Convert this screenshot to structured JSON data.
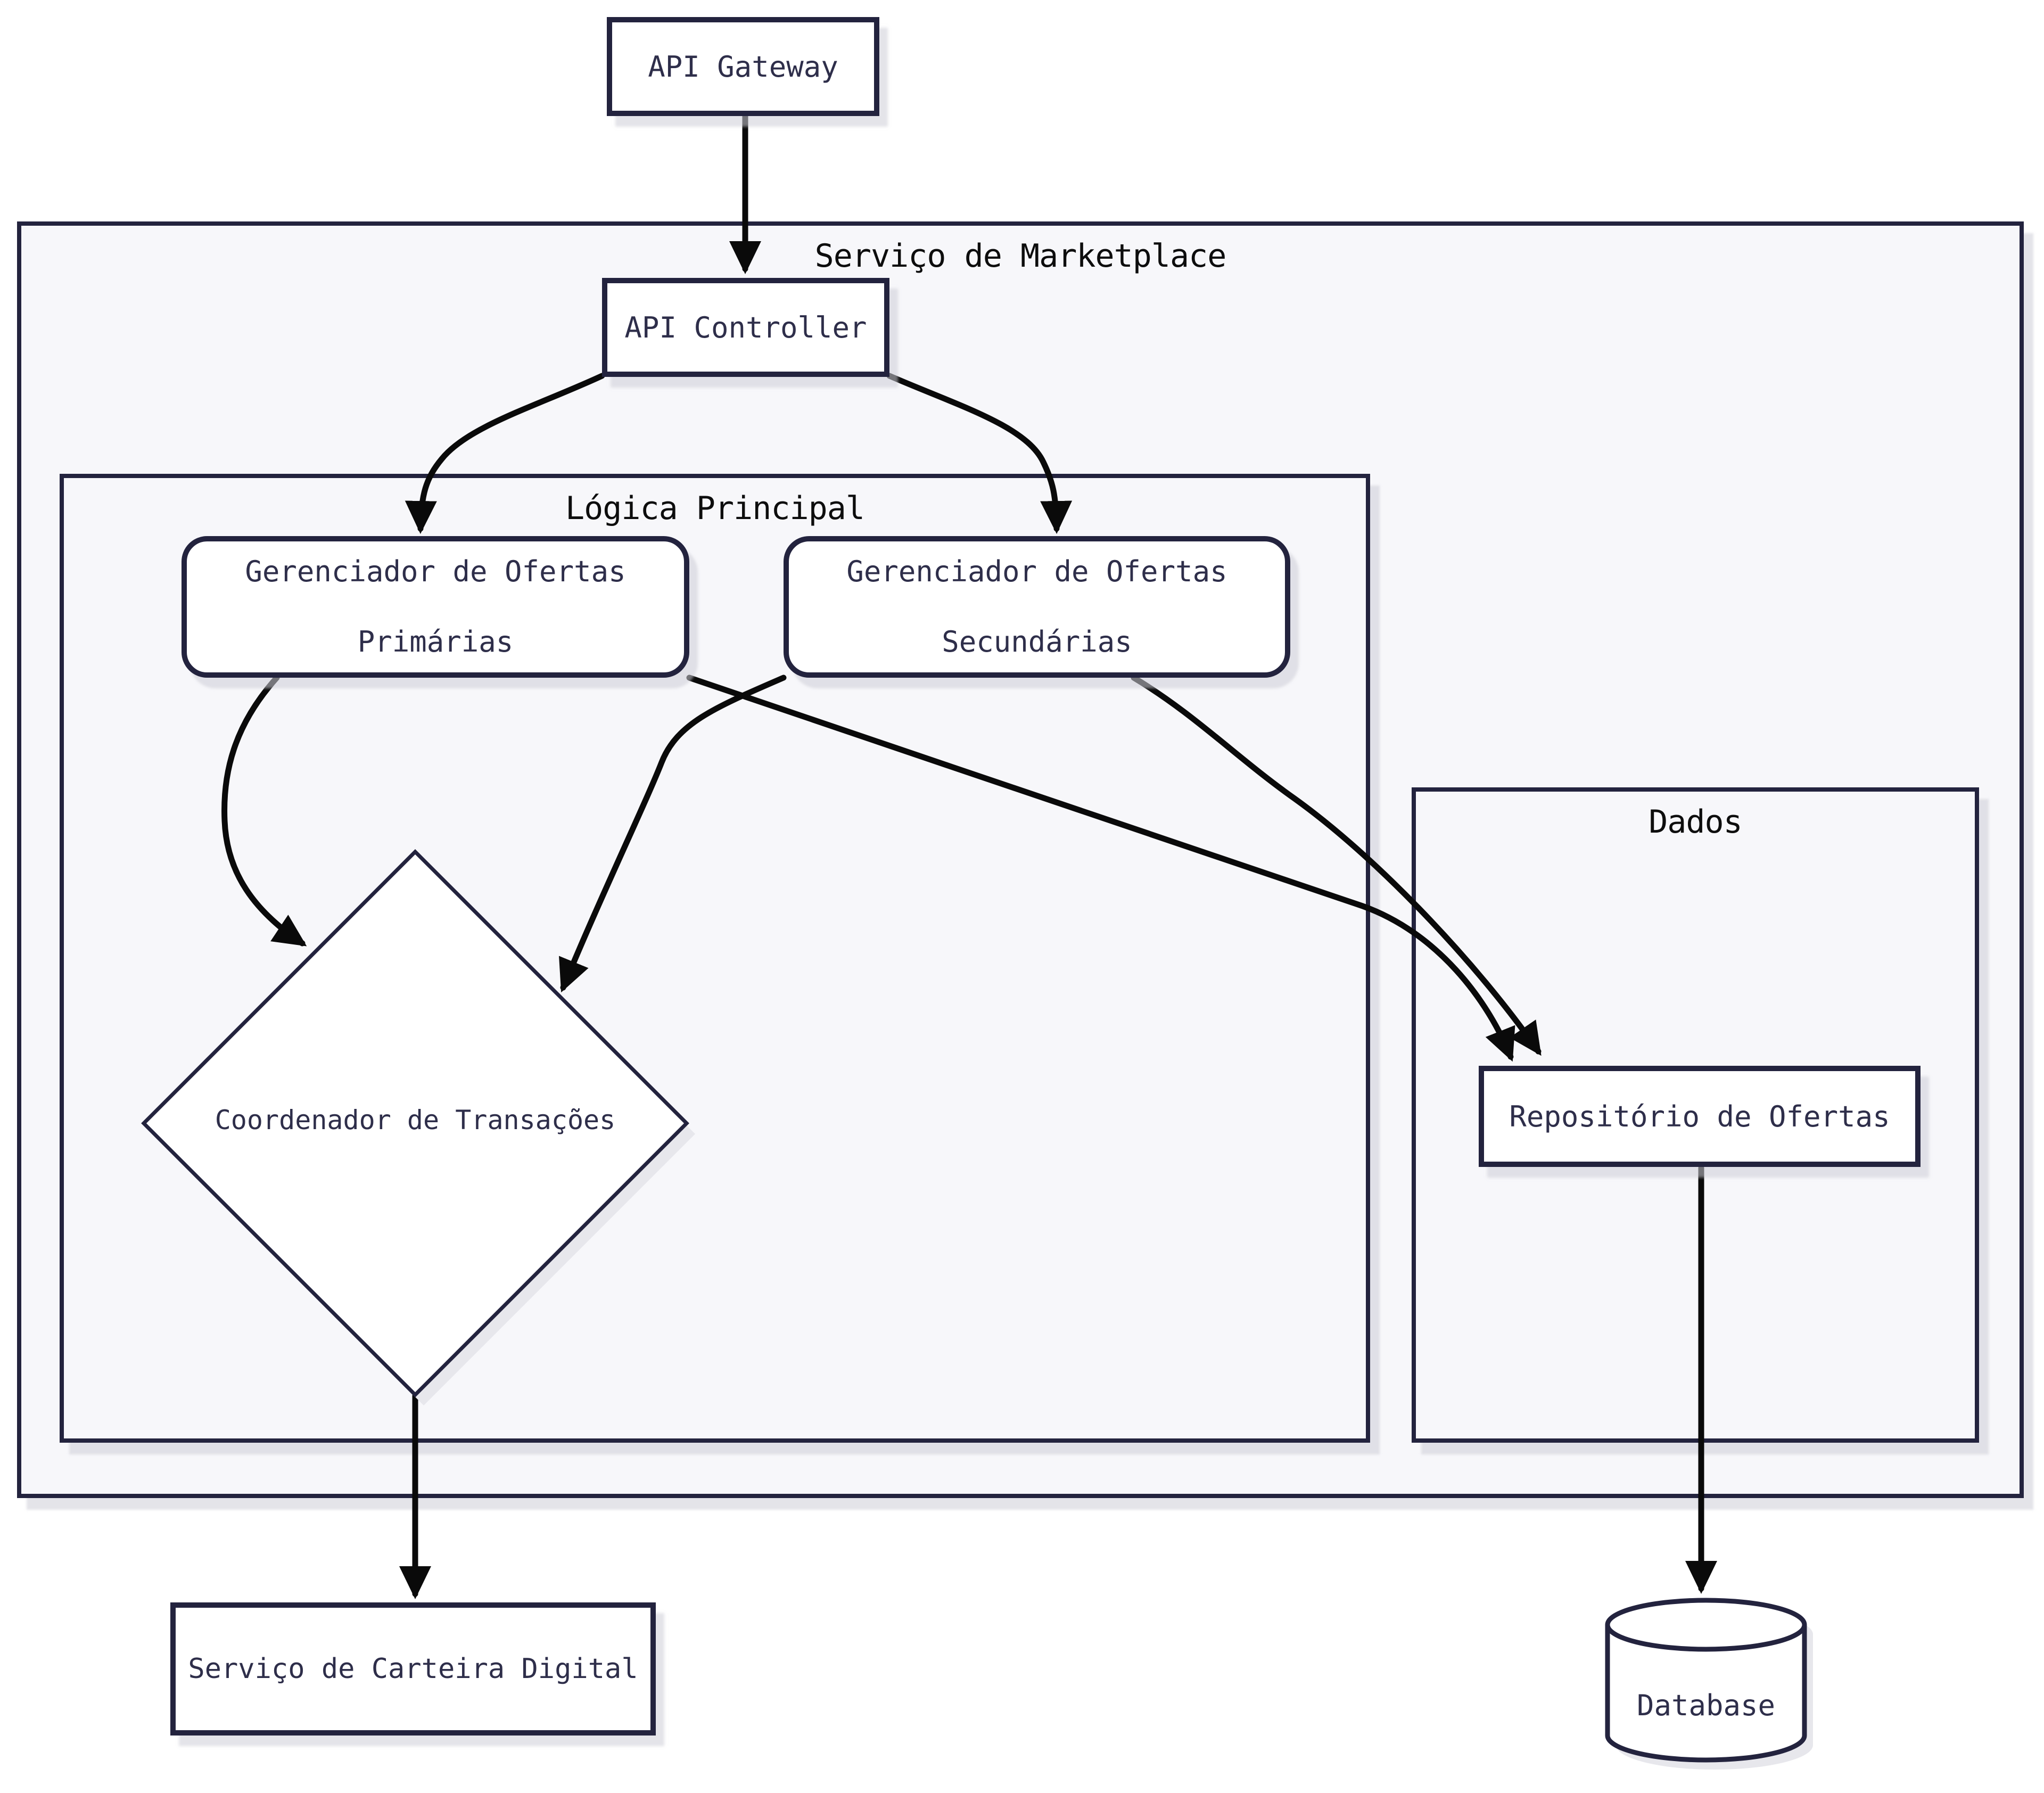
{
  "containers": {
    "marketplace": {
      "label": "Serviço de Marketplace"
    },
    "logica": {
      "label": "Lógica Principal"
    },
    "dados": {
      "label": "Dados"
    }
  },
  "nodes": {
    "api_gateway": {
      "label": "API Gateway"
    },
    "api_controller": {
      "label": "API Controller"
    },
    "ofertas_primarias": {
      "line1": "Gerenciador de Ofertas",
      "line2": "Primárias"
    },
    "ofertas_secundarias": {
      "line1": "Gerenciador de Ofertas",
      "line2": "Secundárias"
    },
    "coordenador": {
      "label": "Coordenador de Transações"
    },
    "repositorio": {
      "label": "Repositório de Ofertas"
    },
    "carteira": {
      "label": "Serviço de Carteira Digital"
    },
    "database": {
      "label": "Database"
    }
  },
  "colors": {
    "background": "#ffffff",
    "container_fill": "#f7f7fa",
    "node_fill": "#ffffff",
    "node_border": "#23233e",
    "node_text": "#2e2e4a",
    "container_label_text": "#0d0d0d",
    "edge": "#0a0a0a",
    "shadow": "#e7e7ec"
  }
}
